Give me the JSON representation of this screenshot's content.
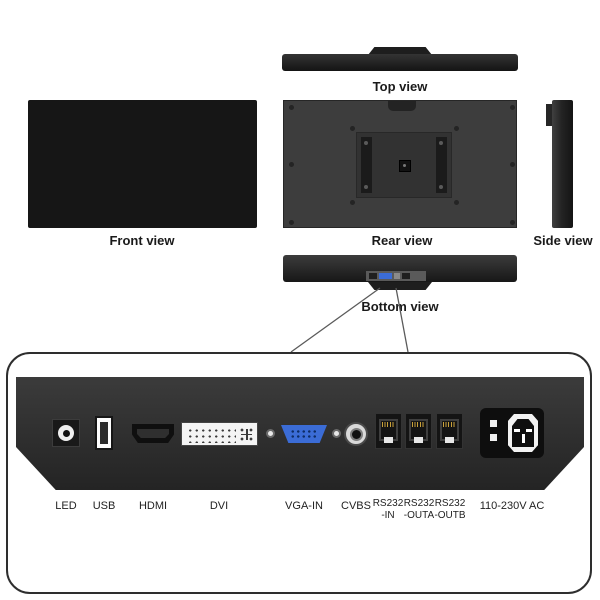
{
  "views": {
    "top": {
      "label": "Top view"
    },
    "front": {
      "label": "Front view"
    },
    "rear": {
      "label": "Rear view"
    },
    "side": {
      "label": "Side view"
    },
    "bottom": {
      "label": "Bottom view"
    }
  },
  "ports": [
    {
      "name": "led",
      "label": "LED"
    },
    {
      "name": "usb",
      "label": "USB"
    },
    {
      "name": "hdmi",
      "label": "HDMI"
    },
    {
      "name": "dvi",
      "label": "DVI"
    },
    {
      "name": "vga_in",
      "label": "VGA-IN"
    },
    {
      "name": "cvbs",
      "label": "CVBS"
    },
    {
      "name": "rs232_in",
      "line1": "RS232",
      "line2": "-IN"
    },
    {
      "name": "rs232_outa",
      "line1": "RS232",
      "line2": "-OUTA"
    },
    {
      "name": "rs232_outb",
      "line1": "RS232",
      "line2": "-OUTB"
    },
    {
      "name": "ac_power",
      "label": "110-230V AC"
    }
  ],
  "colors": {
    "vga_blue": "#3b6cd6",
    "panel_dark": "#2e2e2e",
    "chassis_gray": "#3d3d3d"
  }
}
